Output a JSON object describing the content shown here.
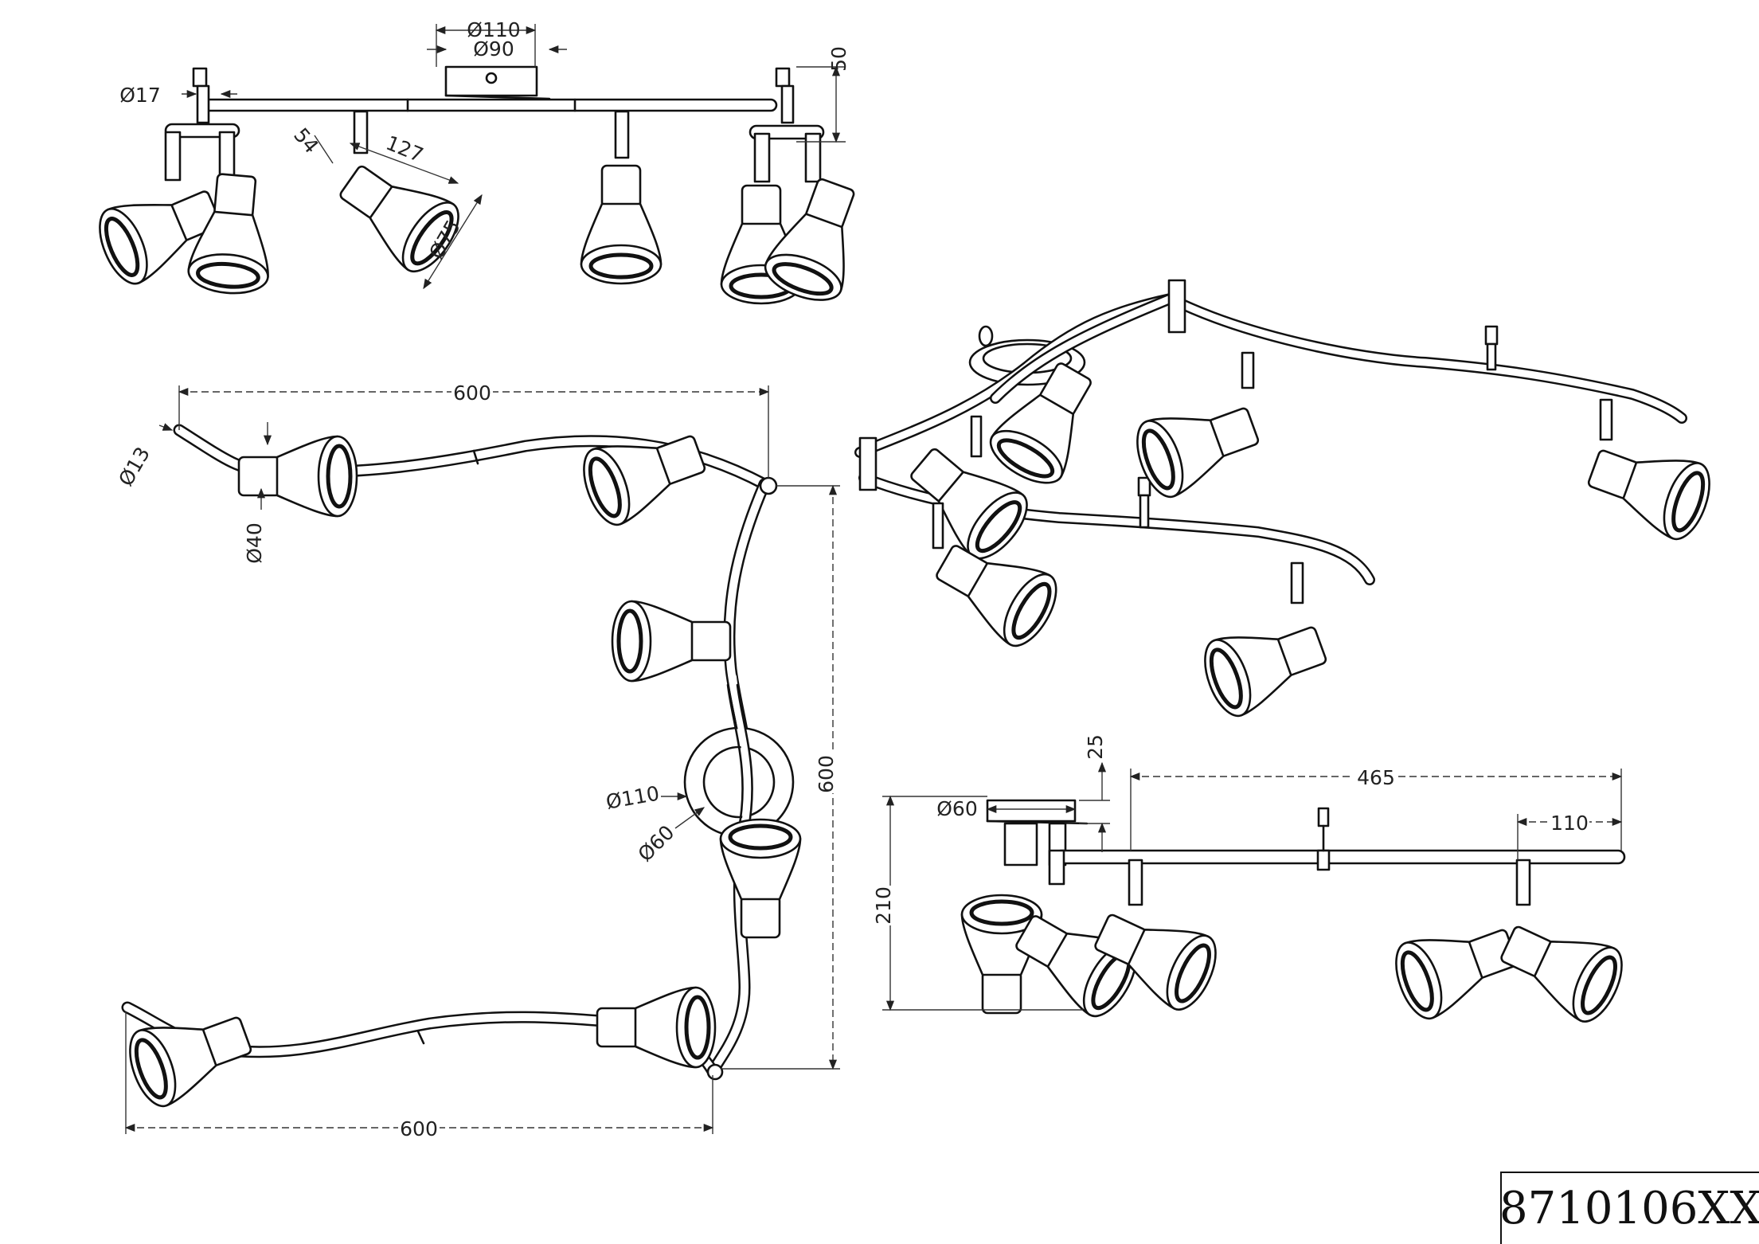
{
  "dimensions": {
    "d110_top": "Ø110",
    "d90_top": "Ø90",
    "h50": "50",
    "d17": "Ø17",
    "l127": "127",
    "w54": "54",
    "d75": "Ø75",
    "w600_top": "600",
    "d13": "Ø13",
    "d40": "Ø40",
    "h600_right": "600",
    "d110_mid": "Ø110",
    "d60_mid": "Ø60",
    "w600_bottom": "600",
    "h25": "25",
    "l465": "465",
    "d60_side": "Ø60",
    "l110": "110",
    "h210": "210"
  },
  "product_code": "8710106XX"
}
